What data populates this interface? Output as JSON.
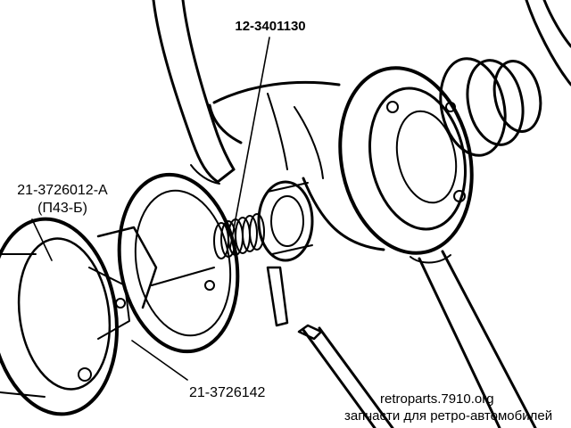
{
  "diagram": {
    "labels": {
      "part_top": "12-3401130",
      "part_left_line1": "21-3726012-А",
      "part_left_line2": "(П43-Б)",
      "part_bottom": "21-3726142"
    },
    "watermark": {
      "site": "retroparts.7910.org",
      "tagline": "запчасти для ретро-автомобилей"
    },
    "colors": {
      "ink": "#000000",
      "paper": "#ffffff"
    }
  }
}
